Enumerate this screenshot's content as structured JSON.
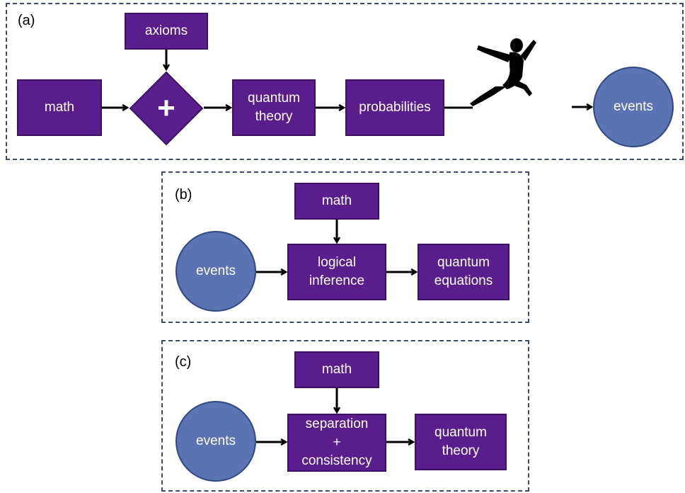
{
  "panel_a": {
    "label": "(a)",
    "math": "math",
    "axioms": "axioms",
    "plus": "+",
    "quantum_theory": "quantum\ntheory",
    "probabilities": "probabilities",
    "events": "events",
    "jumper_icon": "jumping-person-silhouette"
  },
  "panel_b": {
    "label": "(b)",
    "math": "math",
    "events": "events",
    "logical_inference": "logical\ninference",
    "quantum_equations": "quantum\nequations"
  },
  "panel_c": {
    "label": "(c)",
    "math": "math",
    "events": "events",
    "separation_consistency": "separation\n+\nconsistency",
    "quantum_theory": "quantum\ntheory"
  },
  "colors": {
    "box_fill": "#5a1e8c",
    "circle_fill": "#5b73b3",
    "border_dash": "#3b4a6b"
  }
}
